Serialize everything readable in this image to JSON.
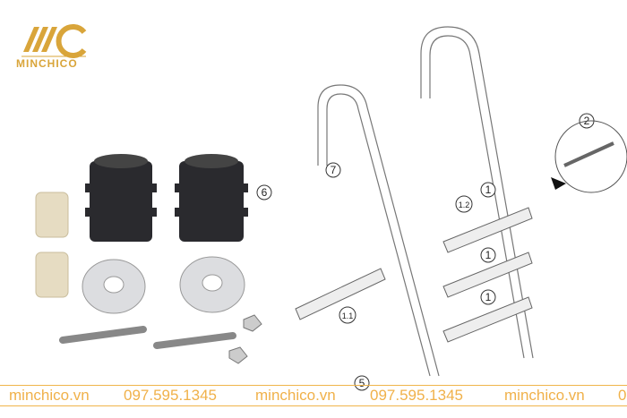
{
  "brand": {
    "name": "MINCHICO",
    "color": "#d9a53a"
  },
  "watermark": {
    "items": [
      "minchico.vn",
      "097.595.1345",
      "minchico.vn",
      "097.595.1345",
      "minchico.vn",
      "0"
    ],
    "color": "#f0b14a"
  },
  "diagram": {
    "callouts": [
      "1",
      "1.2",
      "1",
      "1",
      "2",
      "5",
      "6",
      "7",
      "1.1"
    ]
  }
}
